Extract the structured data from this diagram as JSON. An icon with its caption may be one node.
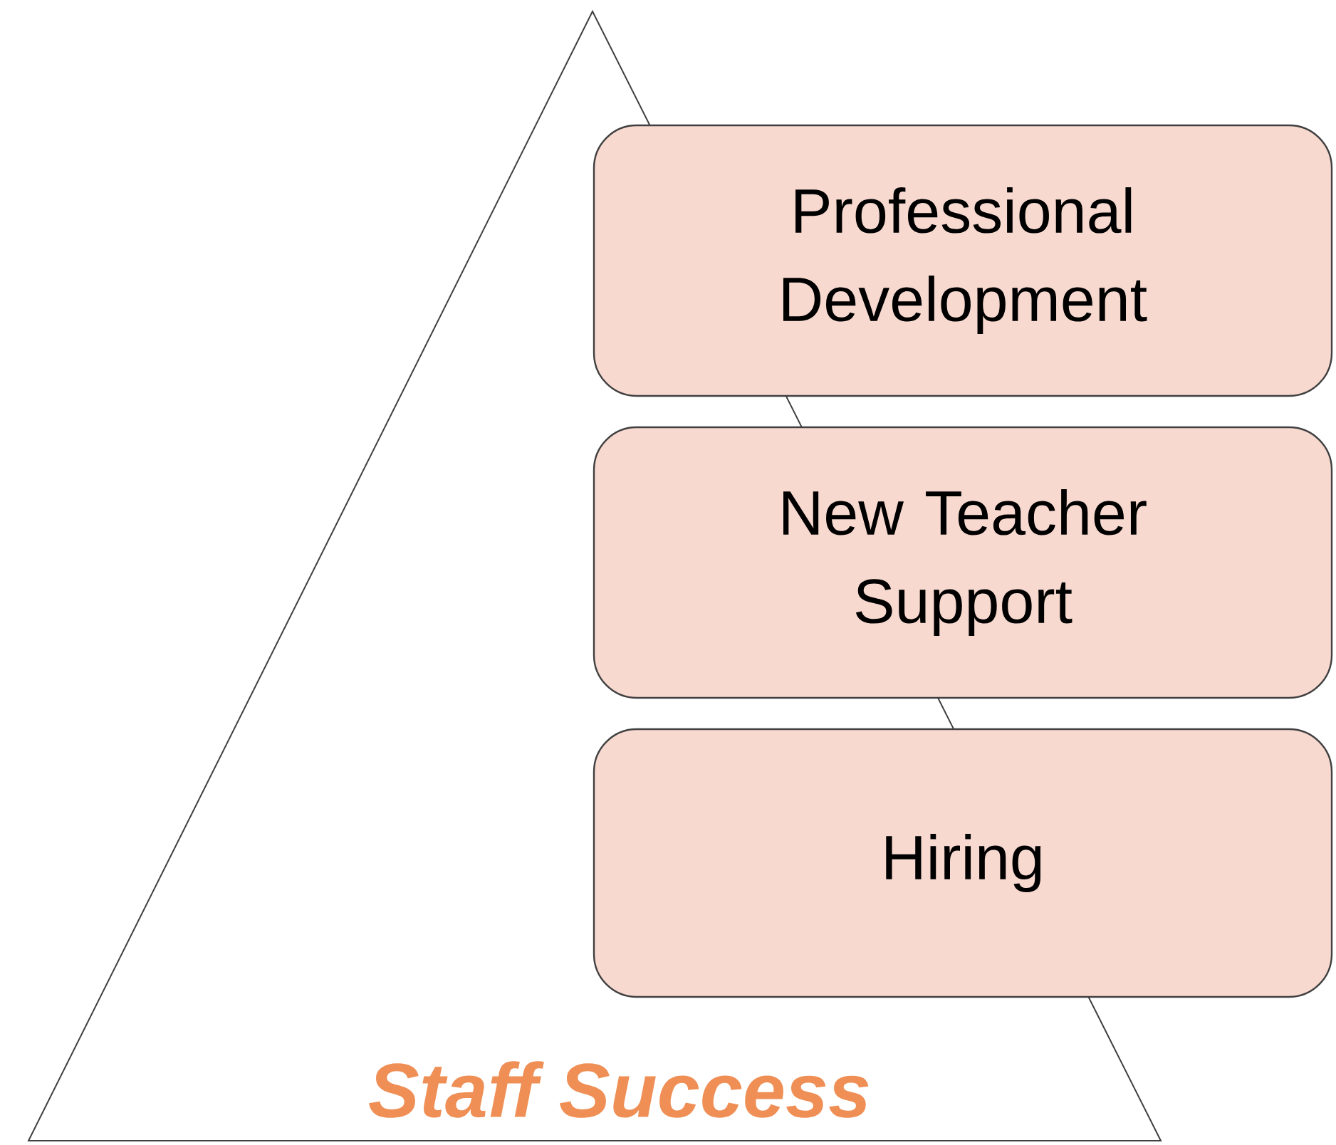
{
  "diagram": {
    "nodes": [
      {
        "text": [
          "Staff Success"
        ]
      },
      {
        "text": [
          "Professional Development"
        ]
      },
      {
        "text": [
          "New Teacher Support"
        ]
      },
      {
        "text": [
          "Hiring"
        ]
      }
    ]
  }
}
